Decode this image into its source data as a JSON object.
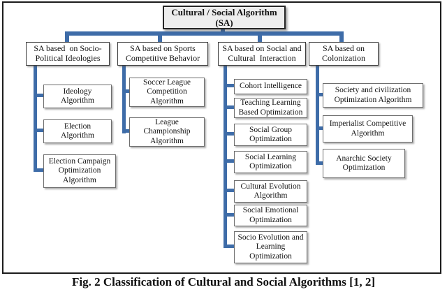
{
  "figure": {
    "root_label": "Cultural / Social Algorithm\n(SA)",
    "branches": [
      {
        "header": "SA based  on Socio-\nPolitical Ideologies",
        "children": [
          "Ideology\nAlgorithm",
          "Election\nAlgorithm",
          "Election Campaign\nOptimization\nAlgorithm"
        ]
      },
      {
        "header": "SA based on Sports\nCompetitive Behavior",
        "children": [
          "Soccer League\nCompetition\nAlgorithm",
          "League\nChampionship\nAlgorithm"
        ]
      },
      {
        "header": "SA based on Social and\nCultural  Interaction",
        "children": [
          "Cohort Intelligence",
          "Teaching Learning\nBased Optimization",
          "Social Group\nOptimization",
          "Social Learning\nOptimization",
          "Cultural Evolution\nAlgorithm",
          "Social Emotional\nOptimization",
          "Socio Evolution and\nLearning\nOptimization"
        ]
      },
      {
        "header": "SA based on\nColonization",
        "children": [
          "Society and civilization\nOptimization Algorithm",
          "Imperialist Competitive\nAlgorithm",
          "Anarchic Society\nOptimization"
        ]
      }
    ],
    "caption": "Fig. 2 Classification of Cultural and Social Algorithms [1, 2]",
    "colors": {
      "connector_blue": "#3e6ca8",
      "root_fill": "#ededed"
    }
  }
}
